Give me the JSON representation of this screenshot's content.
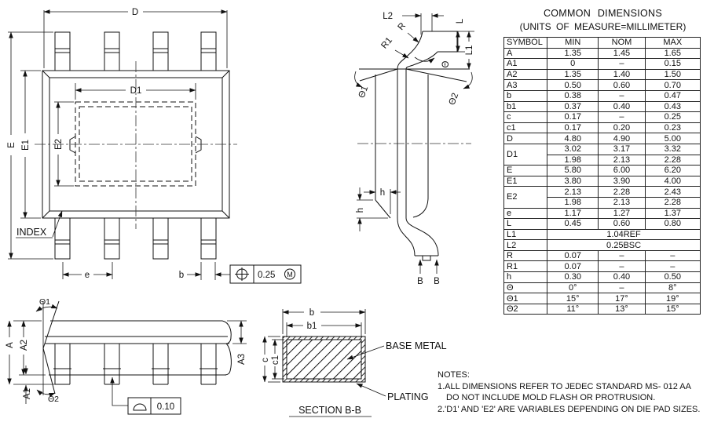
{
  "table": {
    "title": "COMMON DIMENSIONS",
    "subtitle": "(UNITS OF MEASURE=MILLIMETER)",
    "headers": [
      "SYMBOL",
      "MIN",
      "NOM",
      "MAX"
    ],
    "rows": [
      {
        "symbol": "A",
        "min": "1.35",
        "nom": "1.45",
        "max": "1.65"
      },
      {
        "symbol": "A1",
        "min": "0",
        "nom": "–",
        "max": "0.15"
      },
      {
        "symbol": "A2",
        "min": "1.35",
        "nom": "1.40",
        "max": "1.50"
      },
      {
        "symbol": "A3",
        "min": "0.50",
        "nom": "0.60",
        "max": "0.70"
      },
      {
        "symbol": "b",
        "min": "0.38",
        "nom": "–",
        "max": "0.47"
      },
      {
        "symbol": "b1",
        "min": "0.37",
        "nom": "0.40",
        "max": "0.43"
      },
      {
        "symbol": "c",
        "min": "0.17",
        "nom": "–",
        "max": "0.25"
      },
      {
        "symbol": "c1",
        "min": "0.17",
        "nom": "0.20",
        "max": "0.23"
      },
      {
        "symbol": "D",
        "min": "4.80",
        "nom": "4.90",
        "max": "5.00"
      },
      {
        "symbol": "D1",
        "sub": [
          [
            "3.02",
            "3.17",
            "3.32"
          ],
          [
            "1.98",
            "2.13",
            "2.28"
          ]
        ]
      },
      {
        "symbol": "E",
        "min": "5.80",
        "nom": "6.00",
        "max": "6.20"
      },
      {
        "symbol": "E1",
        "min": "3.80",
        "nom": "3.90",
        "max": "4.00"
      },
      {
        "symbol": "E2",
        "sub": [
          [
            "2.13",
            "2.28",
            "2.43"
          ],
          [
            "1.98",
            "2.13",
            "2.28"
          ]
        ]
      },
      {
        "symbol": "e",
        "min": "1.17",
        "nom": "1.27",
        "max": "1.37"
      },
      {
        "symbol": "L",
        "min": "0.45",
        "nom": "0.60",
        "max": "0.80"
      },
      {
        "symbol": "L1",
        "span": "1.04REF"
      },
      {
        "symbol": "L2",
        "span": "0.25BSC"
      },
      {
        "symbol": "R",
        "min": "0.07",
        "nom": "–",
        "max": "–"
      },
      {
        "symbol": "R1",
        "min": "0.07",
        "nom": "–",
        "max": "–"
      },
      {
        "symbol": "h",
        "min": "0.30",
        "nom": "0.40",
        "max": "0.50"
      },
      {
        "symbol": "Θ",
        "min": "0°",
        "nom": "–",
        "max": "8°"
      },
      {
        "symbol": "Θ1",
        "min": "15°",
        "nom": "17°",
        "max": "19°"
      },
      {
        "symbol": "Θ2",
        "min": "11°",
        "nom": "13°",
        "max": "15°"
      }
    ]
  },
  "notes": {
    "heading": "NOTES:",
    "line1": "1.ALL DIMENSIONS REFER TO JEDEC STANDARD MS- 012 AA",
    "line2": "DO NOT INCLUDE MOLD FLASH OR PROTRUSION.",
    "line3": "2.'D1' AND 'E2' ARE VARIABLES DEPENDING ON DIE PAD SIZES."
  },
  "views": {
    "top": {
      "d": "D",
      "d1": "D1",
      "e_dim": "E",
      "e1": "E1",
      "e2": "E2",
      "index": "INDEX",
      "pitch": "e",
      "lead_width": "b",
      "position_tol": "0.25",
      "modifier": "M"
    },
    "lead": {
      "l2": "L2",
      "r": "R",
      "r1": "R1",
      "l": "L",
      "l1": "L1",
      "theta": "Θ",
      "theta1": "Θ1",
      "theta2": "Θ2",
      "h_top": "h",
      "h_side": "h",
      "b_left": "B",
      "b_right": "B"
    },
    "front": {
      "a": "A",
      "a1": "A1",
      "a2": "A2",
      "a3": "A3",
      "theta1": "Θ1",
      "theta2": "Θ2",
      "flatness": "0.10"
    },
    "section": {
      "b": "b",
      "b1": "b1",
      "c": "c",
      "c1": "c1",
      "base_metal": "BASE METAL",
      "plating": "PLATING",
      "caption": "SECTION B-B"
    }
  },
  "colors": {
    "line": "#111111",
    "background": "#ffffff"
  }
}
